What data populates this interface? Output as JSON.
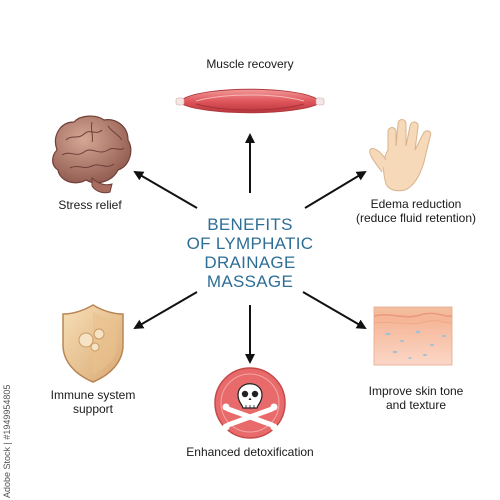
{
  "title_lines": [
    "BENEFITS",
    "OF LYMPHATIC",
    "DRAINAGE",
    "MASSAGE"
  ],
  "nodes": {
    "muscle": {
      "label": "Muscle recovery",
      "icon": "muscle-icon"
    },
    "edema": {
      "label_lines": [
        "Edema reduction",
        "(reduce fluid retention)"
      ],
      "icon": "hand-icon"
    },
    "skin": {
      "label_lines": [
        "Improve skin tone",
        "and texture"
      ],
      "icon": "skin-layer-icon"
    },
    "detox": {
      "label": "Enhanced detoxification",
      "icon": "skull-crossbones-icon"
    },
    "immune": {
      "label_lines": [
        "Immune system",
        "support"
      ],
      "icon": "shield-icon"
    },
    "stress": {
      "label": "Stress relief",
      "icon": "brain-icon"
    }
  },
  "watermark_side": "Adobe Stock | #1949954805",
  "colors": {
    "title": "#2d6e96",
    "arrow": "#111111",
    "muscle": "#e05a5e",
    "hand": "#f6d9b8",
    "skin_top": "#f3c3a3",
    "skull_bg": "#e86a6a",
    "shield": "#f0d3a0",
    "brain": "#b07a6a"
  }
}
